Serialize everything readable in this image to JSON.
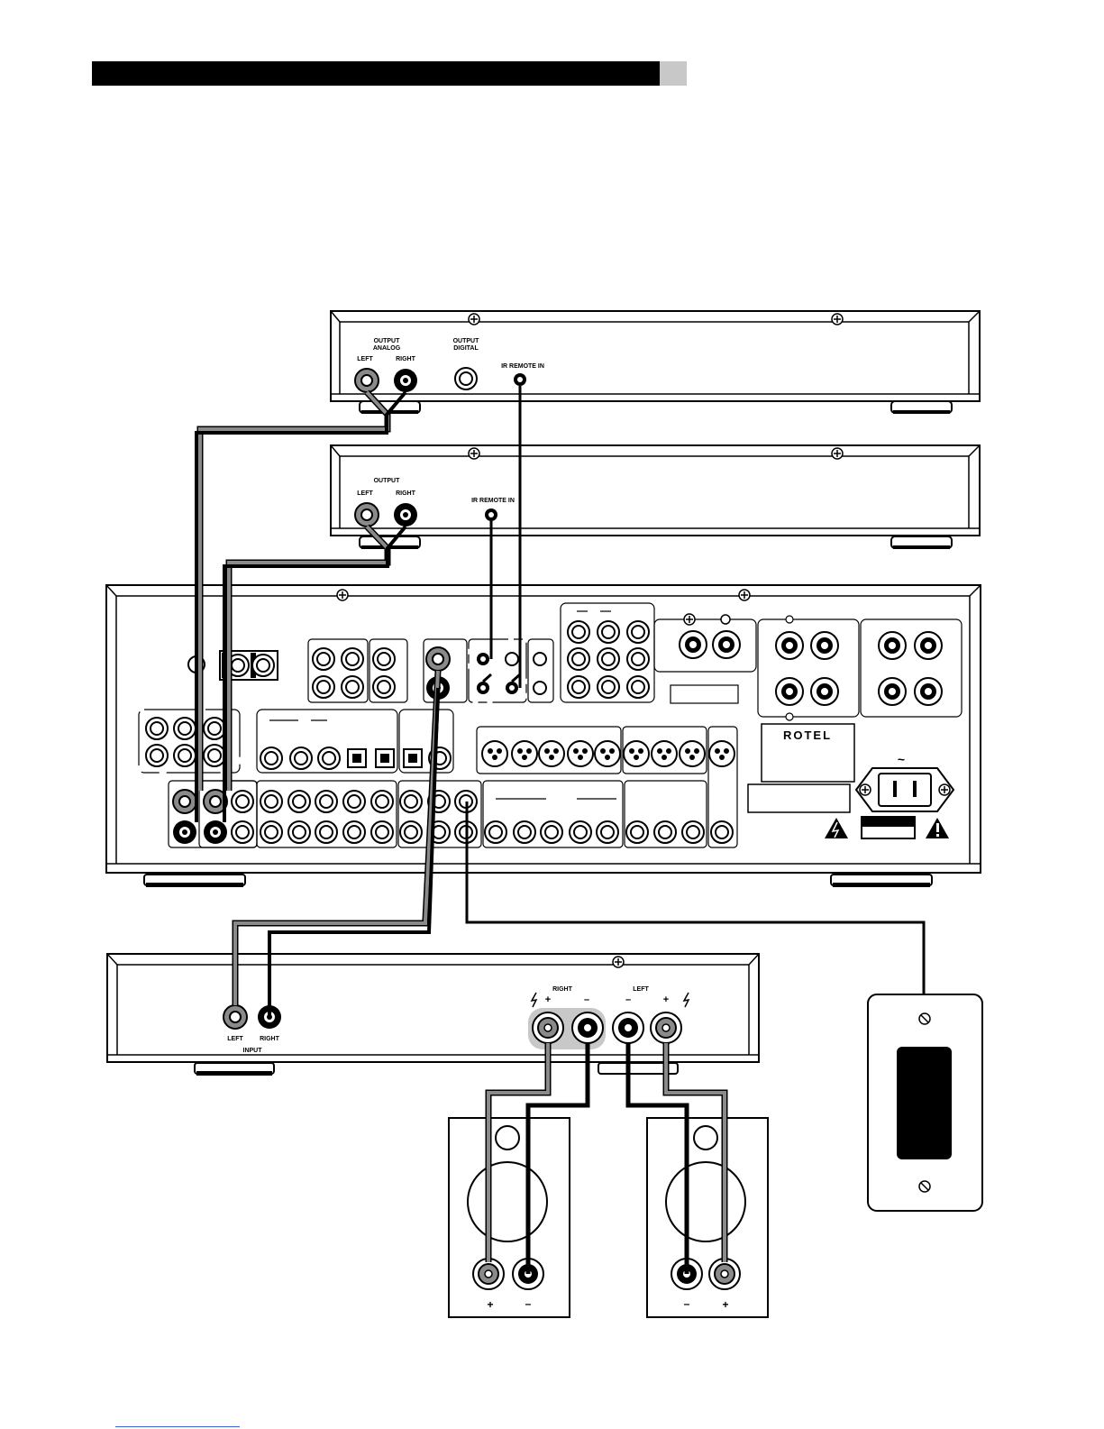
{
  "colors": {
    "ink": "#000000",
    "grey_cable": "#8a8a8a",
    "header_tab": "#c8c8c8",
    "footer_rule": "#3b62d6"
  },
  "source_player": {
    "output_analog_title_1": "OUTPUT",
    "output_analog_title_2": "ANALOG",
    "output_digital_title_1": "OUTPUT",
    "output_digital_title_2": "DIGITAL",
    "left": "LEFT",
    "right": "RIGHT",
    "ir_remote_in": "IR REMOTE IN"
  },
  "tuner": {
    "output": "OUTPUT",
    "left": "LEFT",
    "right": "RIGHT",
    "ir_remote_in": "IR REMOTE IN"
  },
  "receiver": {
    "brand": "ROTEL"
  },
  "amplifier": {
    "input_left": "LEFT",
    "input_right": "RIGHT",
    "input": "INPUT",
    "right_channel": "RIGHT",
    "left_channel": "LEFT",
    "plus": "+",
    "minus": "–"
  },
  "speakers": {
    "right_plus": "+",
    "right_minus": "–",
    "left_minus": "–",
    "left_plus": "+"
  }
}
